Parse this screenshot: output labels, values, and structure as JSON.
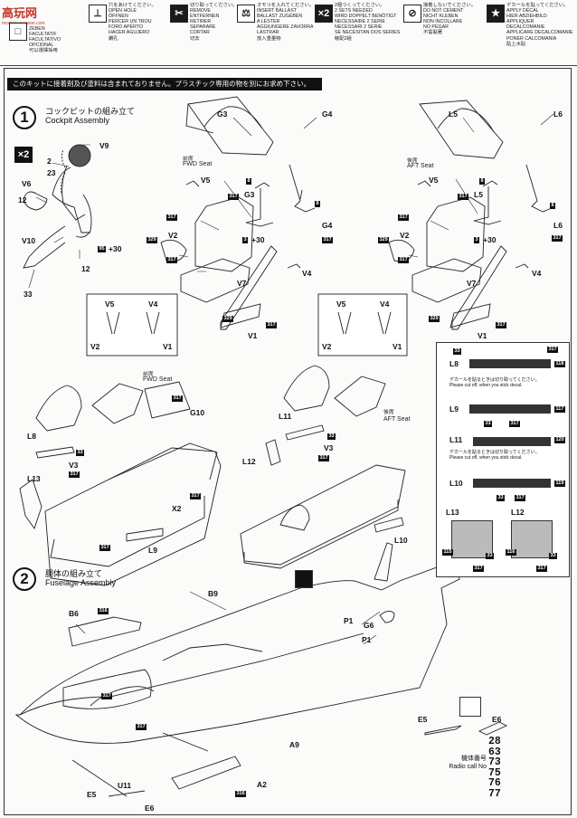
{
  "legend": [
    {
      "icon": "white-shape",
      "text": "ZEBEN\nFACULTATIF\nFACULTATIVO\nOPCIONAL\n可以選擇採用"
    },
    {
      "icon": "drill",
      "text": "穴をあけてください。\nOPEN HOLE\nÖFFNEN\nPERCER UN TROU\nFORO APERTO\nHACER AGUJERO\n鑽孔"
    },
    {
      "icon": "cut",
      "text": "切り取ってください。\nREMOVE\nENTFERNEN\nRETIRER\nSEPARARE\nCORTAR\n切去"
    },
    {
      "icon": "weight",
      "text": "オモリを入れてください。\nINSERT BALLAST\nBALLAST ZUGEBEN\nA LESTER\nAGGIUNGERE ZAVORRA\nLASTRAR\n放入重量物"
    },
    {
      "icon": "x2",
      "text": "2個つくってください。\n2 SETS NEEDED\nWIRD DOPPELT BENÖTIGT\nNECESSAIRE 2 SERIE\nNECESSARI 2 SERIE\nSE NECESITAN DOS SERIES\n裝配2組"
    },
    {
      "icon": "no-glue",
      "text": "接着しないでください。\nDO NOT CEMENT\nNICHT KLEBEN\nNON INCOLLARE\nNO PEGAR\n不需黏著"
    },
    {
      "icon": "star",
      "text": "デカールを貼ってください。\nAPPLY DECAL\nHIER ABZIEHBILD\nAPPLIQUER DECALCOMANIE\nAPPLICARE DECALCOMANIE\nPONER CALCOMANIA\n貼上水貼"
    }
  ],
  "logo": {
    "title": "高玩网",
    "sub": "modeler.gaowan.com"
  },
  "note": "このキットに接着剤及び塗料は含まれておりません。プラスチック専用の物を別にお求め下さい。",
  "step1": {
    "num": "1",
    "jp": "コックピットの組み立て",
    "en": "Cockpit Assembly"
  },
  "step2": {
    "num": "2",
    "jp": "胴体の組み立て",
    "en": "Fuselage Assembly"
  },
  "seats": {
    "fwd_jp": "前席",
    "fwd_en": "FWD Seat",
    "aft_jp": "後席",
    "aft_en": "AFT Seat"
  },
  "x2": "×2",
  "labels": {
    "V9": "V9",
    "V6": "V6",
    "V10": "V10",
    "p2": "2",
    "p23": "23",
    "p12a": "12",
    "p12b": "12",
    "p33": "33",
    "p95": "95",
    "plus30": "+30",
    "G3a": "G3",
    "G3b": "G3",
    "G4a": "G4",
    "G4b": "G4",
    "p8a": "8",
    "p8b": "8",
    "V5a": "V5",
    "V2a": "V2",
    "V7a": "V7",
    "V4a": "V4",
    "V1a": "V1",
    "p3": "3",
    "plus30b": "+30",
    "L5a": "L5",
    "L5b": "L5",
    "L6a": "L6",
    "L6b": "L6",
    "p8c": "8",
    "p8d": "8",
    "V5b": "V5",
    "V2b": "V2",
    "V7b": "V7",
    "V4b": "V4",
    "V1b": "V1",
    "p3b": "3",
    "plus30c": "+30",
    "dV5a": "V5",
    "dV4a": "V4",
    "dV2a": "V2",
    "dV1a": "V1",
    "dV5b": "V5",
    "dV4b": "V4",
    "dV2b": "V2",
    "dV1b": "V1",
    "G10": "G10",
    "L8": "L8",
    "V3a": "V3",
    "L13": "L13",
    "X2": "X2",
    "L9": "L9",
    "L11": "L11",
    "L12": "L12",
    "V3b": "V3",
    "L10": "L10",
    "B9": "B9",
    "B6": "B6",
    "P1a": "P1",
    "G6": "G6",
    "P1b": "P1",
    "A9": "A9",
    "U11": "U11",
    "E5a": "E5",
    "E6a": "E6",
    "A2": "A2",
    "E5b": "E5",
    "E6b": "E6"
  },
  "decal_codes": [
    "317",
    "316",
    "329",
    "33",
    "115",
    "116",
    "117",
    "118",
    "119",
    "120"
  ],
  "decal_panel": {
    "rows": [
      "L8",
      "L9",
      "L11",
      "L10",
      "L13",
      "L12"
    ],
    "note_jp": "デカールを貼るときは切り取ってください。",
    "note_en": "Please cut off, when you stick decal."
  },
  "radio": {
    "jp": "機体番号",
    "en": "Radio call No",
    "numbers": "28\n63\n73\n75\n76\n77"
  }
}
